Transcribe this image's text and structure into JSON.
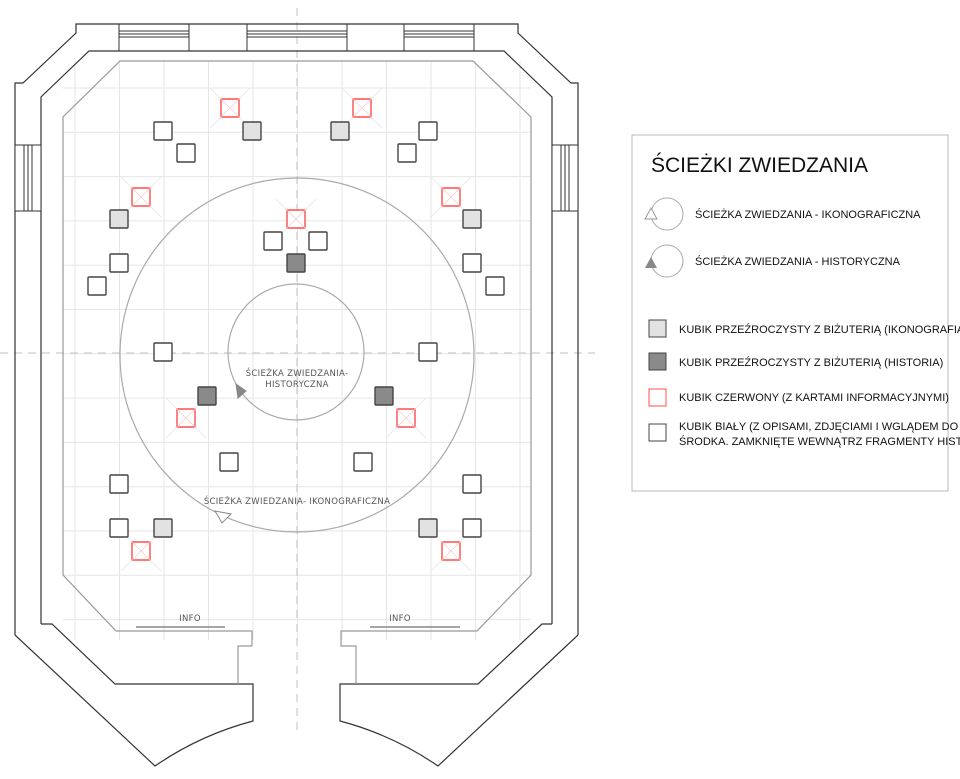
{
  "plan": {
    "path_label_historical_line1": "ŚCIEŻKA ZWIEDZANIA-",
    "path_label_historical_line2": "HISTORYCZNA",
    "path_label_iconographic": "ŚCIEŻKA ZWIEDZANIA- IKONOGRAFICZNA",
    "info_left": "INFO",
    "info_right": "INFO"
  },
  "legend": {
    "title": "ŚCIEŻKI ZWIEDZANIA",
    "paths": [
      {
        "label": "ŚCIEŻKA ZWIEDZANIA - IKONOGRAFICZNA",
        "arrow": "open-triangle"
      },
      {
        "label": "ŚCIEŻKA ZWIEDZANIA - HISTORYCZNA",
        "arrow": "filled-triangle"
      }
    ],
    "cubes": [
      {
        "label": "KUBIK PRZEŹROCZYSTY Z BIŻUTERIĄ (IKONOGRAFIA)",
        "fill": "#e2e2e2",
        "stroke": "#444"
      },
      {
        "label": "KUBIK PRZEŹROCZYSTY Z BIŻUTERIĄ (HISTORIA)",
        "fill": "#8a8a8a",
        "stroke": "#444"
      },
      {
        "label": "KUBIK CZERWONY (Z KARTAMI INFORMACYJNYMI)",
        "fill": "#ffffff",
        "stroke": "#ff4d4d"
      },
      {
        "label_line1": "KUBIK BIAŁY (Z OPISAMI, ZDJĘCIAMI I WGLĄDEM DO",
        "label_line2": "ŚRODKA. ZAMKNIĘTE WEWNĄTRZ FRAGMENTY HISTORII).",
        "fill": "#ffffff",
        "stroke": "#444"
      }
    ]
  }
}
